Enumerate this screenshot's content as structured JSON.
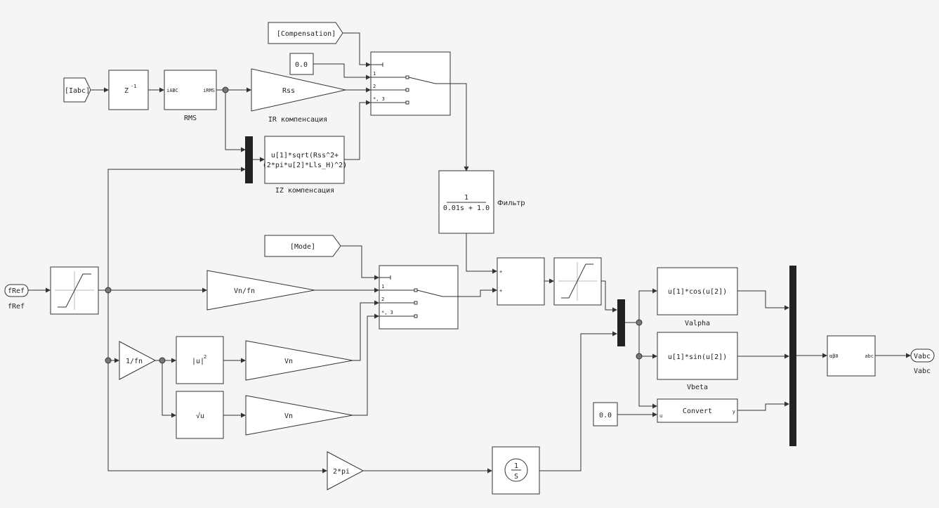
{
  "blocks": {
    "from_iabc": "[Iabc]",
    "delay": "Z",
    "delay_exp": "-1",
    "rms_in": "iABC",
    "rms_out": "iRMS",
    "rms_label": "RMS",
    "from_comp": "[Compensation]",
    "const1": "0.0",
    "rss": "Rss",
    "ir_label": "IR компенсация",
    "fcn_iz_line1": "u[1]*sqrt(Rss^2+",
    "fcn_iz_line2": "(2*pi*u[2]*Lls_H)^2)",
    "iz_label": "IZ компенсация",
    "sw_port1": "1",
    "sw_port2": "2",
    "sw_port3": "*, 3",
    "filter_num": "1",
    "filter_den": "0.01s + 1.0",
    "filter_label": "Фильтр",
    "from_mode": "[Mode]",
    "fref_in": "fRef",
    "fref_label": "fRef",
    "vnfn": "Vn/fn",
    "inv_fn": "1/fn",
    "abs_sq": "|u|",
    "abs_sq_exp": "2",
    "sqrt": "√u",
    "vn1": "Vn",
    "vn2": "Vn",
    "two_pi": "2*pi",
    "integ_num": "1",
    "integ_den": "S",
    "sum_plus1": "+",
    "sum_plus2": "+",
    "fcn_cos": "u[1]*cos(u[2])",
    "valpha_label": "Valpha",
    "fcn_sin": "u[1]*sin(u[2])",
    "vbeta_label": "Vbeta",
    "const2": "0.0",
    "convert": "Convert",
    "convert_u": "u",
    "convert_y": "y",
    "clarke_in": "αβ0",
    "clarke_out": "abc",
    "vabc_out": "Vabc",
    "vabc_label": "Vabc"
  }
}
